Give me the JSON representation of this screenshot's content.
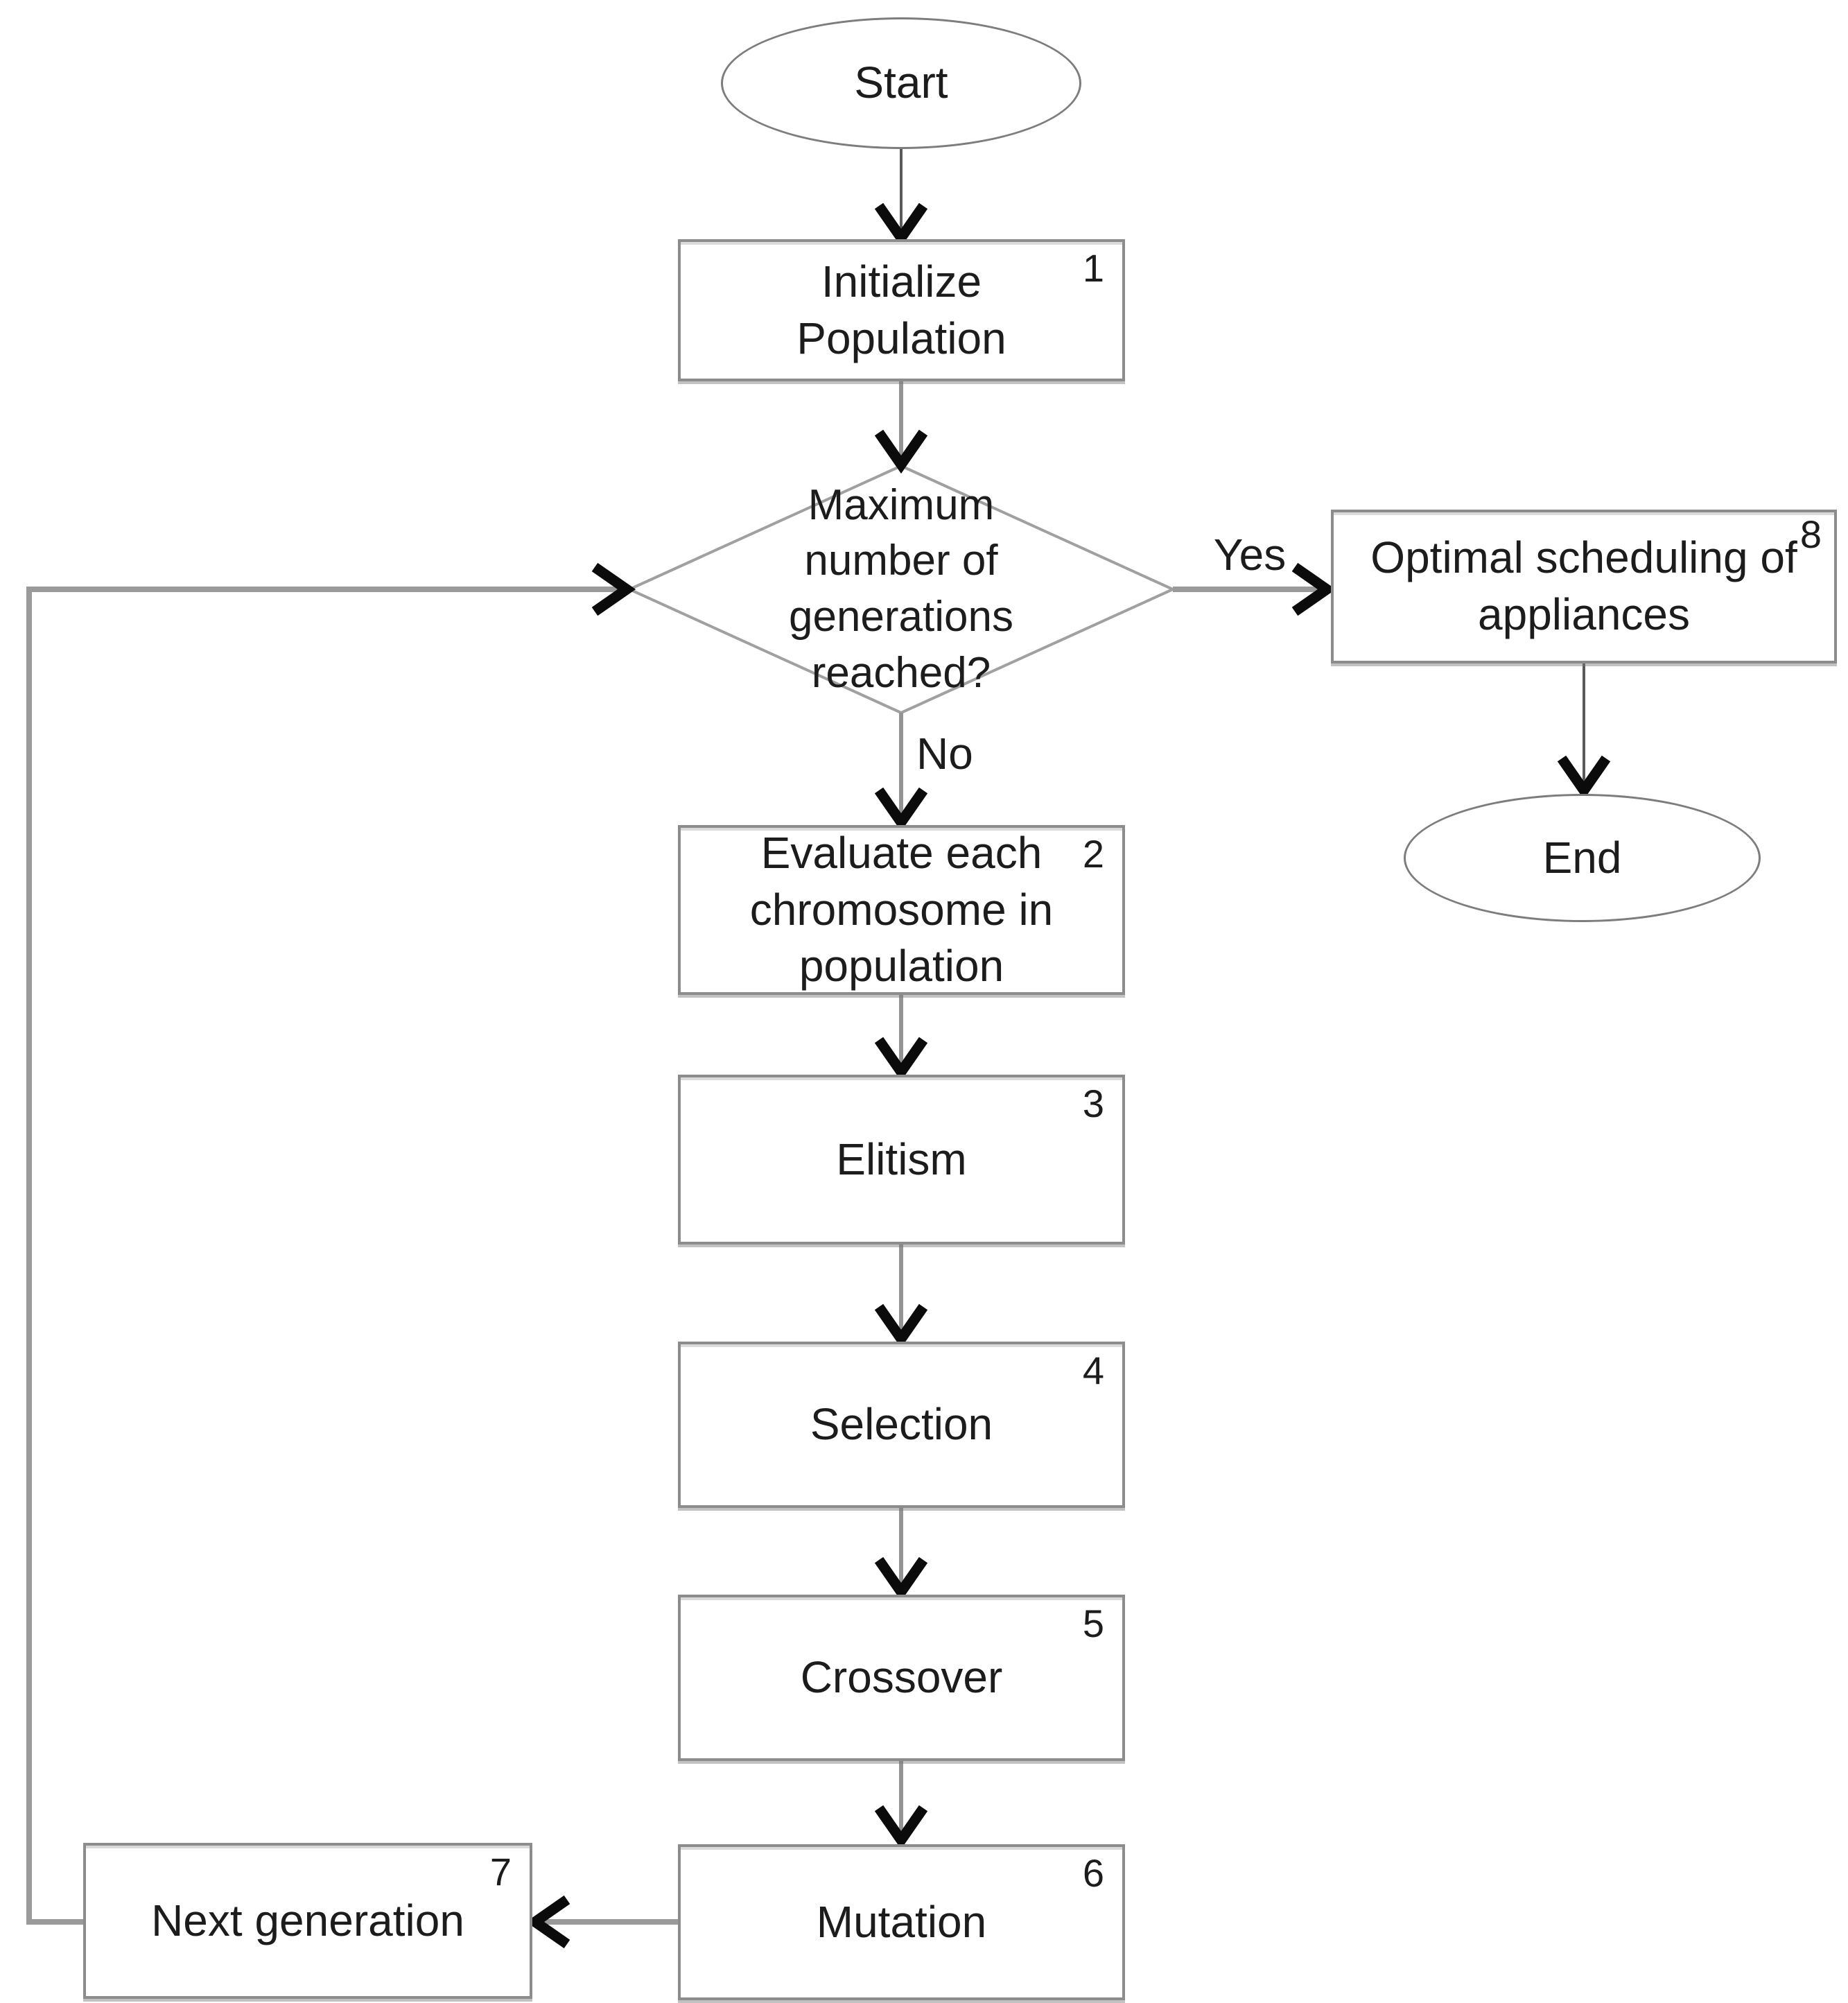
{
  "nodes": {
    "start": {
      "label": "Start"
    },
    "initialize": {
      "label": "Initialize\nPopulation",
      "number": "1"
    },
    "decision": {
      "label": "Maximum\nnumber of\ngenerations\nreached?"
    },
    "evaluate": {
      "label": "Evaluate each\nchromosome in\npopulation",
      "number": "2"
    },
    "elitism": {
      "label": "Elitism",
      "number": "3"
    },
    "selection": {
      "label": "Selection",
      "number": "4"
    },
    "crossover": {
      "label": "Crossover",
      "number": "5"
    },
    "mutation": {
      "label": "Mutation",
      "number": "6"
    },
    "next_generation": {
      "label": "Next generation",
      "number": "7"
    },
    "optimal_scheduling": {
      "label": "Optimal scheduling of\nappliances",
      "number": "8"
    },
    "end": {
      "label": "End"
    }
  },
  "edge_labels": {
    "yes": "Yes",
    "no": "No"
  },
  "colors": {
    "background": "#ffffff",
    "box_border": "#8c8c8c",
    "ellipse_border": "#7d7d7d",
    "diamond_border": "#a0a0a0",
    "connector_line": "#949494",
    "arrowhead": "#0b0b0b",
    "text": "#1c1c1c"
  }
}
